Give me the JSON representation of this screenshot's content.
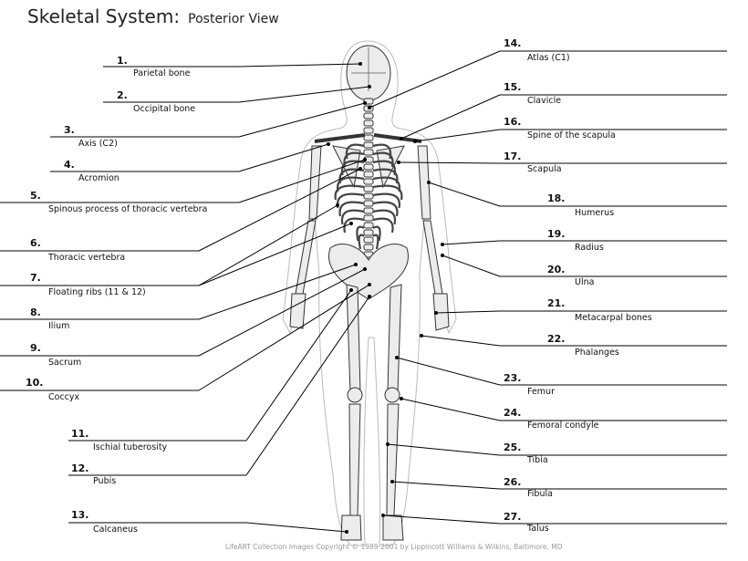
{
  "title": {
    "main": "Skeletal System:",
    "sub": "Posterior View"
  },
  "labels": [
    {
      "number": "1.",
      "text": "Parietal bone"
    },
    {
      "number": "2.",
      "text": "Occipital bone"
    },
    {
      "number": "3.",
      "text": "Axis (C2)"
    },
    {
      "number": "4.",
      "text": "Acromion"
    },
    {
      "number": "5.",
      "text": "Spinous process of thoracic vertebra"
    },
    {
      "number": "6.",
      "text": "Thoracic vertebra"
    },
    {
      "number": "7.",
      "text": "Floating ribs (11 & 12)"
    },
    {
      "number": "8.",
      "text": "Ilium"
    },
    {
      "number": "9.",
      "text": "Sacrum"
    },
    {
      "number": "10.",
      "text": "Coccyx"
    },
    {
      "number": "11.",
      "text": "Ischial tuberosity"
    },
    {
      "number": "12.",
      "text": "Pubis"
    },
    {
      "number": "13.",
      "text": "Calcaneus"
    },
    {
      "number": "14.",
      "text": "Atlas (C1)"
    },
    {
      "number": "15.",
      "text": "Clavicle"
    },
    {
      "number": "16.",
      "text": "Spine of the scapula"
    },
    {
      "number": "17.",
      "text": "Scapula"
    },
    {
      "number": "18.",
      "text": "Humerus"
    },
    {
      "number": "19.",
      "text": "Radius"
    },
    {
      "number": "20.",
      "text": "Ulna"
    },
    {
      "number": "21.",
      "text": "Metacarpal bones"
    },
    {
      "number": "22.",
      "text": "Phalanges"
    },
    {
      "number": "23.",
      "text": "Femur"
    },
    {
      "number": "24.",
      "text": "Femoral condyle"
    },
    {
      "number": "25.",
      "text": "Tibia"
    },
    {
      "number": "26.",
      "text": "Fibula"
    },
    {
      "number": "27.",
      "text": "Talus"
    }
  ],
  "footer": "LifeART Collection Images Copyright © 1989-2001 by Lippincott Williams & Wilkins, Baltimore, MD"
}
